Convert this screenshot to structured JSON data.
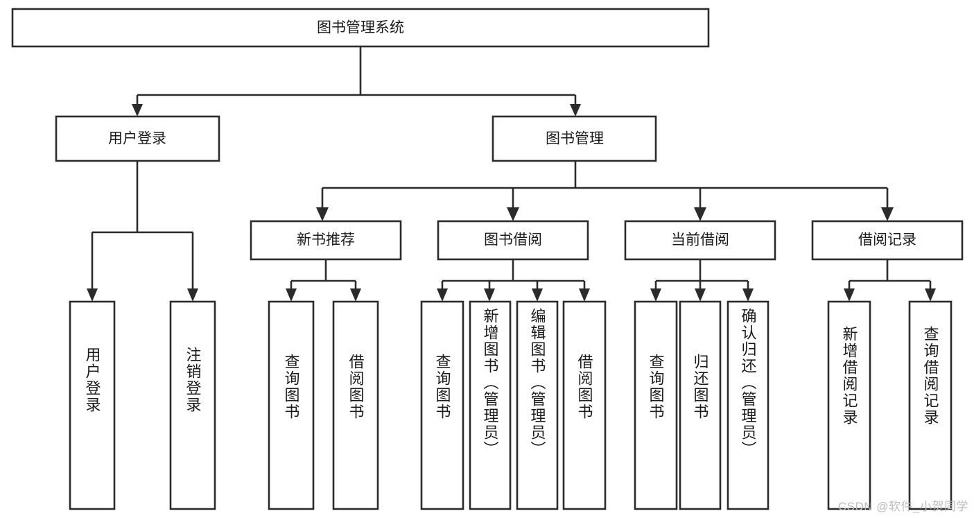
{
  "diagram": {
    "title": "图书管理系统",
    "type": "tree-hierarchy",
    "orientation": "top-down",
    "levels": 4,
    "colors": {
      "stroke": "#2b2b2b",
      "fill": "#ffffff",
      "text": "#1b1b1b",
      "watermark": "#bdbdbd",
      "background": "#ffffff"
    }
  },
  "root": {
    "label": "图书管理系统"
  },
  "level2": [
    {
      "label": "用户登录"
    },
    {
      "label": "图书管理"
    }
  ],
  "level3": [
    {
      "label": "新书推荐"
    },
    {
      "label": "图书借阅"
    },
    {
      "label": "当前借阅"
    },
    {
      "label": "借阅记录"
    }
  ],
  "leaves": {
    "user_login": [
      {
        "label": "用户登录"
      },
      {
        "label": "注销登录"
      }
    ],
    "new_book_recommend": [
      {
        "label": "查询图书"
      },
      {
        "label": "借阅图书"
      }
    ],
    "book_borrow": [
      {
        "label": "查询图书"
      },
      {
        "label": "新增图书（管理员）"
      },
      {
        "label": "编辑图书（管理员）"
      },
      {
        "label": "借阅图书"
      }
    ],
    "current_borrow": [
      {
        "label": "查询图书"
      },
      {
        "label": "归还图书"
      },
      {
        "label": "确认归还（管理员）"
      }
    ],
    "borrow_record": [
      {
        "label": "新增借阅记录"
      },
      {
        "label": "查询借阅记录"
      }
    ]
  },
  "watermark": {
    "text": "CSDN @软件_小贺同学"
  }
}
